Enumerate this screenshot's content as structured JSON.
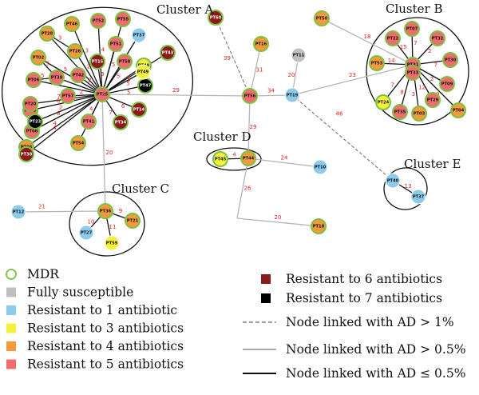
{
  "colors": {
    "mdr_ring": "#7cc242",
    "fully_susceptible": "#c0c0c0",
    "r1": "#8ccbea",
    "r3": "#f4f13c",
    "r4": "#f39a3d",
    "r5": "#f06d6d",
    "r6": "#8b1a1a",
    "r7": "#000000",
    "edge_label": "#e02020"
  },
  "clusters": [
    {
      "id": "A",
      "label": "Cluster A"
    },
    {
      "id": "B",
      "label": "Cluster B"
    },
    {
      "id": "C",
      "label": "Cluster C"
    },
    {
      "id": "D",
      "label": "Cluster D"
    },
    {
      "id": "E",
      "label": "Cluster E"
    }
  ],
  "nodes": [
    {
      "id": "PT02",
      "cls": "r4",
      "mdr": true
    },
    {
      "id": "PT04",
      "cls": "r4",
      "mdr": true
    },
    {
      "id": "PT06",
      "cls": "r5",
      "mdr": true
    },
    {
      "id": "PT03",
      "cls": "r4",
      "mdr": true
    },
    {
      "id": "PT05",
      "cls": "r4",
      "mdr": true
    },
    {
      "id": "PT07",
      "cls": "r5",
      "mdr": true
    },
    {
      "id": "PT08",
      "cls": "r5",
      "mdr": true
    },
    {
      "id": "PT09",
      "cls": "r5",
      "mdr": true
    },
    {
      "id": "PT10",
      "cls": "r1",
      "mdr": false
    },
    {
      "id": "PT11",
      "cls": "fully_susceptible",
      "mdr": false
    },
    {
      "id": "PT12",
      "cls": "r1",
      "mdr": false
    },
    {
      "id": "PT13",
      "cls": "r5",
      "mdr": true
    },
    {
      "id": "PT14",
      "cls": "r6",
      "mdr": true
    },
    {
      "id": "PT15",
      "cls": "r6",
      "mdr": true
    },
    {
      "id": "PT16",
      "cls": "r4",
      "mdr": true
    },
    {
      "id": "PT17",
      "cls": "r4",
      "mdr": true
    },
    {
      "id": "PT18",
      "cls": "r4",
      "mdr": true
    },
    {
      "id": "PT19",
      "cls": "r1",
      "mdr": false
    },
    {
      "id": "PT20",
      "cls": "r5",
      "mdr": true
    },
    {
      "id": "PT21",
      "cls": "r4",
      "mdr": true
    },
    {
      "id": "PT22",
      "cls": "r5",
      "mdr": true
    },
    {
      "id": "PT23",
      "cls": "r7",
      "mdr": true
    },
    {
      "id": "PT24",
      "cls": "r3",
      "mdr": true
    },
    {
      "id": "PT25",
      "cls": "r5",
      "mdr": true
    },
    {
      "id": "PT26",
      "cls": "r4",
      "mdr": true
    },
    {
      "id": "PT27",
      "cls": "r1",
      "mdr": false
    },
    {
      "id": "PT28",
      "cls": "r4",
      "mdr": true
    },
    {
      "id": "PT29",
      "cls": "r5",
      "mdr": true
    },
    {
      "id": "PT30",
      "cls": "r5",
      "mdr": true
    },
    {
      "id": "PT31",
      "cls": "r5",
      "mdr": true
    },
    {
      "id": "PT32",
      "cls": "r5",
      "mdr": true
    },
    {
      "id": "PT33",
      "cls": "r5",
      "mdr": true
    },
    {
      "id": "PT34",
      "cls": "r6",
      "mdr": true
    },
    {
      "id": "PT35",
      "cls": "r5",
      "mdr": true
    },
    {
      "id": "PT36",
      "cls": "r4",
      "mdr": true
    },
    {
      "id": "PT37",
      "cls": "r1",
      "mdr": false
    },
    {
      "id": "PT38",
      "cls": "r6",
      "mdr": true
    },
    {
      "id": "PT39",
      "cls": "r5",
      "mdr": true
    },
    {
      "id": "PT40",
      "cls": "r1",
      "mdr": false
    },
    {
      "id": "PT41",
      "cls": "r5",
      "mdr": true
    },
    {
      "id": "PT42",
      "cls": "r5",
      "mdr": true
    },
    {
      "id": "PT43",
      "cls": "r6",
      "mdr": true
    },
    {
      "id": "PT44",
      "cls": "r4",
      "mdr": true
    },
    {
      "id": "PT45",
      "cls": "r3",
      "mdr": true
    },
    {
      "id": "PT46",
      "cls": "r4",
      "mdr": true
    },
    {
      "id": "PT47",
      "cls": "r7",
      "mdr": true
    },
    {
      "id": "PT48",
      "cls": "r3",
      "mdr": true
    },
    {
      "id": "PT49",
      "cls": "r3",
      "mdr": false
    },
    {
      "id": "PT50",
      "cls": "r4",
      "mdr": true
    },
    {
      "id": "PT51",
      "cls": "r5",
      "mdr": true
    },
    {
      "id": "PT52",
      "cls": "r5",
      "mdr": true
    },
    {
      "id": "PT53",
      "cls": "r4",
      "mdr": true
    },
    {
      "id": "PT54",
      "cls": "r4",
      "mdr": true
    },
    {
      "id": "PT55",
      "cls": "r5",
      "mdr": true
    },
    {
      "id": "PT56",
      "cls": "r5",
      "mdr": true
    },
    {
      "id": "PT57",
      "cls": "r5",
      "mdr": true
    },
    {
      "id": "PT58",
      "cls": "r5",
      "mdr": true
    },
    {
      "id": "PT59",
      "cls": "r3",
      "mdr": false
    },
    {
      "id": "PT60",
      "cls": "r6",
      "mdr": true
    },
    {
      "id": "PT61",
      "cls": "r4",
      "mdr": true
    }
  ],
  "edges": [
    {
      "a": "PT25",
      "b": "PT28",
      "label": "3",
      "style": "solid-thick"
    },
    {
      "a": "PT25",
      "b": "PT46",
      "label": "3",
      "style": "solid-thick"
    },
    {
      "a": "PT25",
      "b": "PT26",
      "label": "2",
      "style": "solid-thick"
    },
    {
      "a": "PT25",
      "b": "PT02",
      "label": "5",
      "style": "solid-thick"
    },
    {
      "a": "PT25",
      "b": "PT39",
      "label": "3",
      "style": "solid-thick"
    },
    {
      "a": "PT25",
      "b": "PT06",
      "label": "",
      "style": "solid-thick"
    },
    {
      "a": "PT25",
      "b": "PT52",
      "label": "4",
      "style": "solid-thick"
    },
    {
      "a": "PT25",
      "b": "PT55",
      "label": "10",
      "style": "solid-thick"
    },
    {
      "a": "PT25",
      "b": "PT51",
      "label": "5",
      "style": "solid-thick"
    },
    {
      "a": "PT25",
      "b": "PT37",
      "label": "4",
      "style": "solid-thick"
    },
    {
      "a": "PT25",
      "b": "PT15",
      "label": "3",
      "style": "solid-thick"
    },
    {
      "a": "PT25",
      "b": "PT58",
      "label": "5",
      "style": "solid-thick"
    },
    {
      "a": "PT25",
      "b": "PT48",
      "label": "5",
      "style": "solid-thick"
    },
    {
      "a": "PT25",
      "b": "PT49",
      "label": "5",
      "style": "solid-thick"
    },
    {
      "a": "PT25",
      "b": "PT43",
      "label": "4",
      "style": "solid-thick"
    },
    {
      "a": "PT25",
      "b": "PT42",
      "label": "2",
      "style": "solid-thick"
    },
    {
      "a": "PT25",
      "b": "PT47",
      "label": "5",
      "style": "solid-thick"
    },
    {
      "a": "PT25",
      "b": "PT57",
      "label": "2",
      "style": "solid-thick"
    },
    {
      "a": "PT25",
      "b": "PT14",
      "label": "6",
      "style": "solid-thick"
    },
    {
      "a": "PT25",
      "b": "PT34",
      "label": "7",
      "style": "solid-thick"
    },
    {
      "a": "PT25",
      "b": "PT41",
      "label": "4",
      "style": "solid-thick"
    },
    {
      "a": "PT25",
      "b": "PT54",
      "label": "4",
      "style": "solid-thick"
    },
    {
      "a": "PT25",
      "b": "PT20",
      "label": "7",
      "style": "solid-thick"
    },
    {
      "a": "PT25",
      "b": "PT13",
      "label": "6",
      "style": "solid-thick"
    },
    {
      "a": "PT25",
      "b": "PT23",
      "label": "2",
      "style": "solid-thick"
    },
    {
      "a": "PT25",
      "b": "PT08",
      "label": "8",
      "style": "solid-thick"
    },
    {
      "a": "PT25",
      "b": "PT05",
      "label": "4",
      "style": "solid-thick"
    },
    {
      "a": "PT25",
      "b": "PT38",
      "label": "4",
      "style": "solid-thick"
    },
    {
      "a": "PT26",
      "b": "PT28",
      "label": "3",
      "style": "solid-thick"
    },
    {
      "a": "PT39",
      "b": "PT02",
      "label": "5",
      "style": "solid-thick"
    },
    {
      "a": "PT39",
      "b": "PT06",
      "label": "5",
      "style": "solid-thick"
    },
    {
      "a": "PT25",
      "b": "PT56",
      "label": "29",
      "style": "solid-thin"
    },
    {
      "a": "PT25",
      "b": "PT36",
      "label": "20",
      "style": "solid-thin"
    },
    {
      "a": "PT60",
      "b": "PT56",
      "label": "39",
      "style": "dashed"
    },
    {
      "a": "PT16",
      "b": "PT56",
      "label": "31",
      "style": "solid-thin"
    },
    {
      "a": "PT56",
      "b": "PT19",
      "label": "34",
      "style": "solid-thin"
    },
    {
      "a": "PT11",
      "b": "PT19",
      "label": "20",
      "style": "solid-thin"
    },
    {
      "a": "PT19",
      "b": "PT31",
      "label": "23",
      "style": "solid-thin"
    },
    {
      "a": "PT50",
      "b": "PT31",
      "label": "18",
      "style": "solid-thin"
    },
    {
      "a": "PT56",
      "b": "PT44",
      "label": "29",
      "style": "solid-thin"
    },
    {
      "a": "PT19",
      "b": "PT40",
      "label": "46",
      "style": "dashed"
    },
    {
      "a": "PT44",
      "b": "PT10",
      "label": "24",
      "style": "solid-thin"
    },
    {
      "a": "PT44",
      "b": "PT45",
      "label": "4",
      "style": "solid-thick"
    },
    {
      "a": "PT44",
      "b": "PT01",
      "label": "26",
      "style": "solid-thin"
    },
    {
      "a": "PT01",
      "b": "PT18",
      "label": "20",
      "style": "solid-thin"
    },
    {
      "a": "PT40",
      "b": "PT37b",
      "label": "13",
      "style": "solid-thick"
    },
    {
      "a": "PT12",
      "b": "PT36",
      "label": "21",
      "style": "solid-thin"
    },
    {
      "a": "PT36",
      "b": "PT21",
      "label": "9",
      "style": "solid-thick"
    },
    {
      "a": "PT36",
      "b": "PT27",
      "label": "10",
      "style": "solid-thick"
    },
    {
      "a": "PT36",
      "b": "PT59",
      "label": "11",
      "style": "solid-thick"
    },
    {
      "a": "PT31",
      "b": "PT07",
      "label": "7",
      "style": "solid-thick"
    },
    {
      "a": "PT31",
      "b": "PT22",
      "label": "15",
      "style": "solid-thick"
    },
    {
      "a": "PT31",
      "b": "PT32",
      "label": "2",
      "style": "solid-thick"
    },
    {
      "a": "PT31",
      "b": "PT53",
      "label": "14",
      "style": "solid-thick"
    },
    {
      "a": "PT31",
      "b": "PT30",
      "label": "7",
      "style": "solid-thick"
    },
    {
      "a": "PT31",
      "b": "PT09",
      "label": "2",
      "style": "solid-thick"
    },
    {
      "a": "PT31",
      "b": "PT04",
      "label": "9",
      "style": "solid-thick"
    },
    {
      "a": "PT31",
      "b": "PT29",
      "label": "12",
      "style": "solid-thick"
    },
    {
      "a": "PT31",
      "b": "PT03",
      "label": "3",
      "style": "solid-thick"
    },
    {
      "a": "PT31",
      "b": "PT35",
      "label": "8",
      "style": "solid-thick"
    },
    {
      "a": "PT31",
      "b": "PT24",
      "label": "7",
      "style": "solid-thick"
    },
    {
      "a": "PT31",
      "b": "PT33",
      "label": "",
      "style": "solid-thick"
    }
  ],
  "legend": {
    "left": [
      {
        "key": "mdr",
        "label": "MDR"
      },
      {
        "key": "fully_susceptible",
        "label": "Fully susceptible"
      },
      {
        "key": "r1",
        "label": "Resistant to 1 antibiotic"
      },
      {
        "key": "r3",
        "label": "Resistant to 3 antibiotics"
      },
      {
        "key": "r4",
        "label": "Resistant to 4 antibiotics"
      },
      {
        "key": "r5",
        "label": "Resistant to 5 antibiotics"
      }
    ],
    "right": [
      {
        "key": "r6",
        "label": "Resistant to 6 antibiotics"
      },
      {
        "key": "r7",
        "label": "Resistant to 7 antibiotics"
      },
      {
        "key": "dashed",
        "label": "Node linked with AD > 1%"
      },
      {
        "key": "solid-thin",
        "label": "Node linked with AD > 0.5%"
      },
      {
        "key": "solid-thick",
        "label": "Node linked with AD ≤ 0.5%"
      }
    ]
  }
}
